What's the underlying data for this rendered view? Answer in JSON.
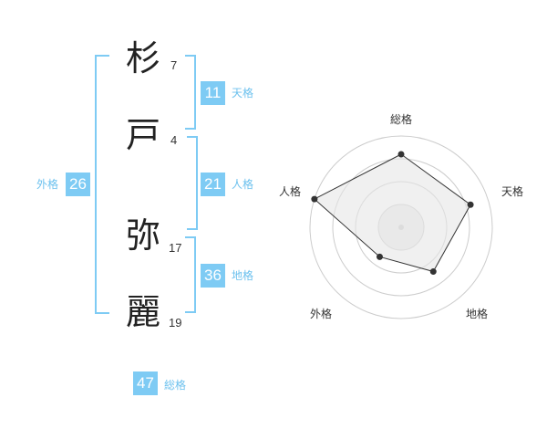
{
  "name_chars": [
    {
      "char": "杉",
      "strokes": "7"
    },
    {
      "char": "戸",
      "strokes": "4"
    },
    {
      "char": "弥",
      "strokes": "17"
    },
    {
      "char": "麗",
      "strokes": "19"
    }
  ],
  "fortunes": {
    "tenkaku": {
      "value": "11",
      "label": "天格"
    },
    "jinkaku": {
      "value": "21",
      "label": "人格"
    },
    "chikaku": {
      "value": "36",
      "label": "地格"
    },
    "gaikaku": {
      "value": "26",
      "label": "外格"
    },
    "soukaku": {
      "value": "47",
      "label": "総格"
    }
  },
  "chart_data": {
    "type": "radar",
    "axes": [
      "総格",
      "天格",
      "地格",
      "外格",
      "人格"
    ],
    "values": [
      4,
      4,
      3,
      2,
      5
    ],
    "max": 5,
    "rings": 4,
    "colors": {
      "fill": "#e6e6e6",
      "line": "#333333",
      "ring": "#cccccc",
      "point": "#333333"
    }
  },
  "colors": {
    "accent": "#7ecbf4",
    "accent_text": "#6cc1ee"
  }
}
